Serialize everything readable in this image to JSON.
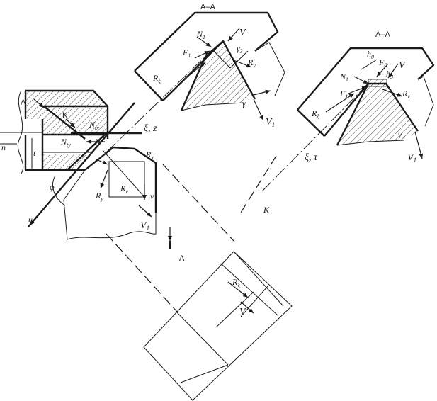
{
  "view_left": {
    "n": "n",
    "A": "A",
    "K": "K",
    "N_tx": "N",
    "N_tx_sub": "tx",
    "N_ty": "N",
    "N_ty_sub": "ty",
    "N": "N",
    "t": "t",
    "xi_z": "ξ, z",
    "R_x": "R",
    "R_x_sub": "x",
    "R_y": "R",
    "R_y_sub": "y",
    "R_v": "R",
    "R_v_sub": "v",
    "v": "v",
    "V1": "V",
    "V1_sub": "1",
    "phi": "φ",
    "u": "u",
    "A_section": "A"
  },
  "section_top": {
    "title": "A–A",
    "N1": "N",
    "N1_sub": "1",
    "V": "V",
    "F1": "F",
    "F1_sub": "1",
    "gamma3": "γ",
    "gamma3_sub": "3",
    "R_xi": "R",
    "R_xi_sub": "ξ",
    "R_v": "R",
    "R_v_sub": "v",
    "gamma": "γ",
    "V1": "V",
    "V1_sub": "1"
  },
  "section_right": {
    "title": "A–A",
    "h0": "h",
    "h0_sub": "0",
    "F0": "F",
    "F0_sub": "0",
    "V": "V",
    "N1": "N",
    "N1_sub": "1",
    "h3": "h",
    "h3_sub": "3",
    "F1": "F",
    "F1_sub": "1",
    "R_v": "R",
    "R_v_sub": "v",
    "R_xi": "R",
    "R_xi_sub": "ξ",
    "gamma": "γ",
    "V1": "V",
    "V1_sub": "1",
    "xi_tau": "ξ, τ",
    "K": "K"
  },
  "bottom_view": {
    "R_xi": "R",
    "R_xi_sub": "ξ",
    "V": "V"
  }
}
